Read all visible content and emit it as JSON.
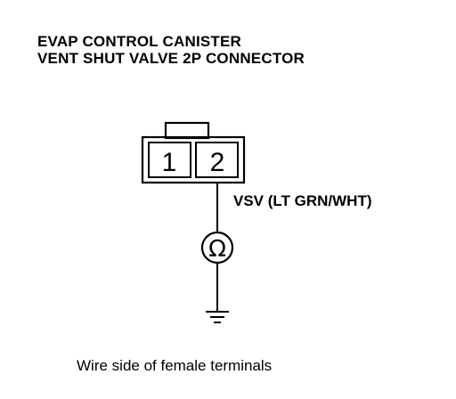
{
  "title": {
    "line1": "EVAP CONTROL CANISTER",
    "line2": "VENT SHUT VALVE 2P CONNECTOR"
  },
  "connector": {
    "pins": [
      "1",
      "2"
    ]
  },
  "wire": {
    "label": "VSV (LT GRN/WHT)"
  },
  "meter": {
    "symbol": "Ω"
  },
  "caption": "Wire side of female terminals"
}
